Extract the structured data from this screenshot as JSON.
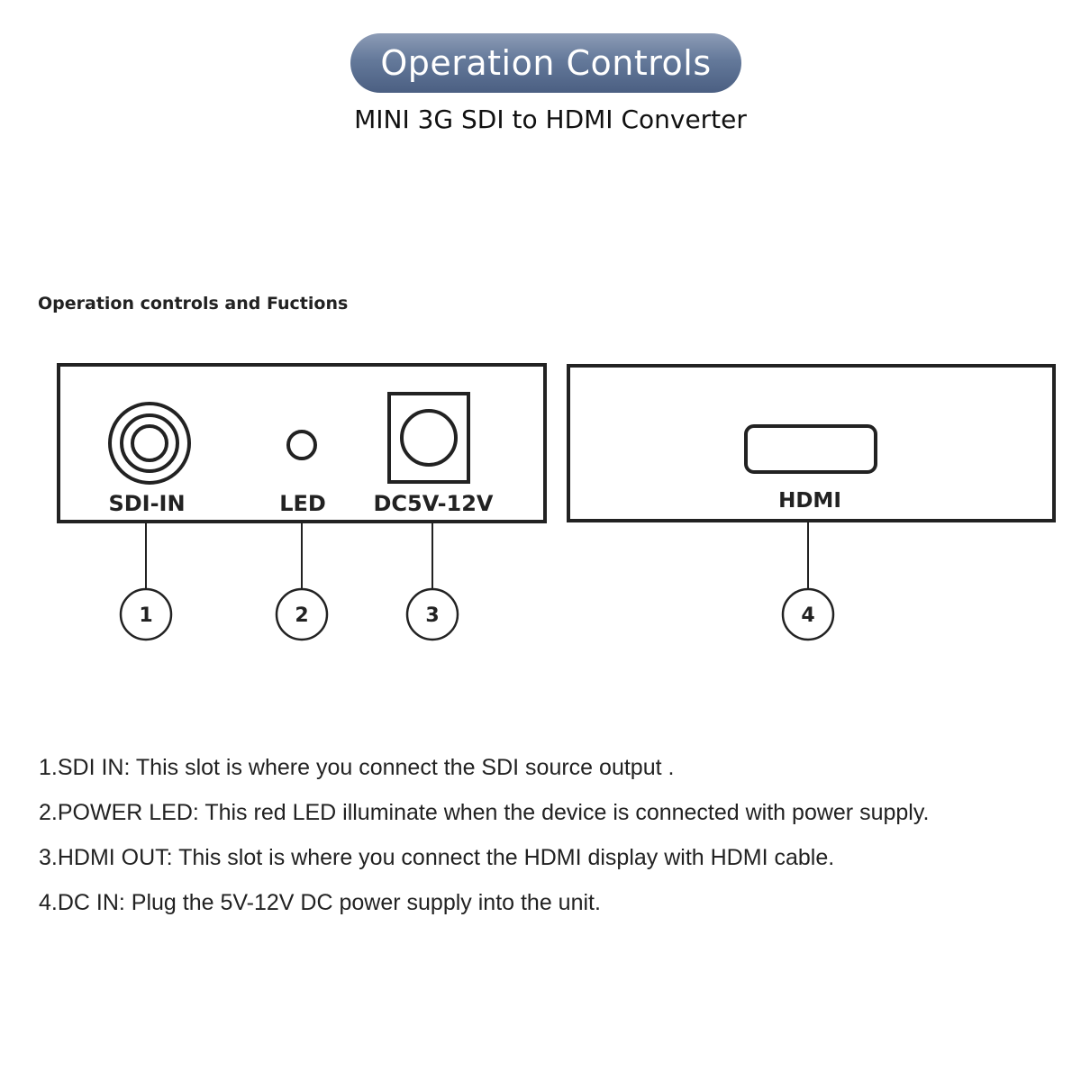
{
  "header": {
    "title": "Operation Controls",
    "subtitle": "MINI 3G SDI to HDMI Converter"
  },
  "diagram": {
    "heading": "Operation controls and Fuctions",
    "front_panel": {
      "labels": [
        "SDI-IN",
        "LED",
        "DC5V-12V"
      ]
    },
    "rear_panel": {
      "labels": [
        "HDMI"
      ]
    },
    "callouts": [
      "1",
      "2",
      "3",
      "4"
    ]
  },
  "descriptions": [
    "1.SDI IN: This slot is where you connect the SDI source output .",
    "2.POWER LED: This red LED illuminate when the device is connected with power supply.",
    "3.HDMI OUT: This slot is where you connect the HDMI display with HDMI cable.",
    "4.DC IN: Plug the 5V-12V DC power supply into the unit."
  ]
}
